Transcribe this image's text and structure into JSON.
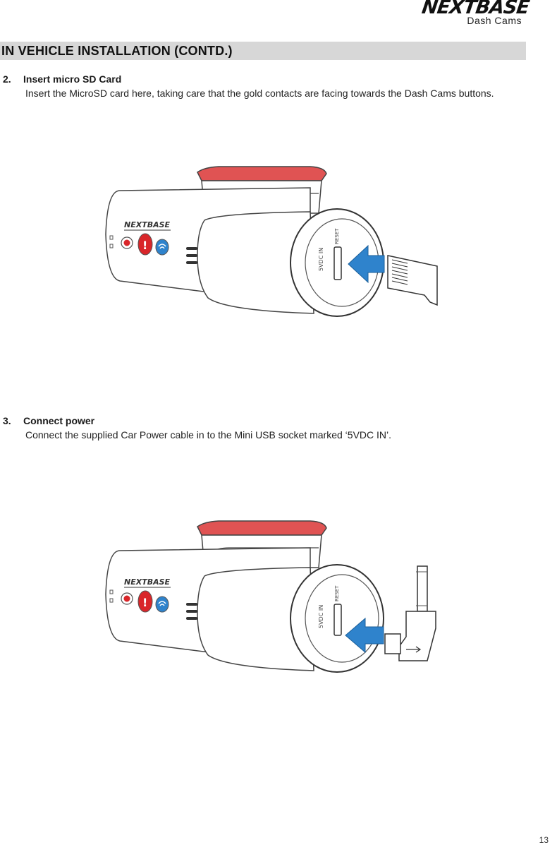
{
  "header": {
    "logo_text": "NEXTBASE",
    "logo_subtext": "Dash Cams"
  },
  "section": {
    "title": "IN VEHICLE INSTALLATION (CONTD.)"
  },
  "steps": [
    {
      "number": "2.",
      "heading": "Insert micro SD Card",
      "body": "Insert the MicroSD card here, taking care that the gold contacts are facing towards the Dash Cams buttons."
    },
    {
      "number": "3.",
      "heading": "Connect power",
      "body": "Connect the supplied Car Power cable in to the Mini USB socket marked ‘5VDC IN’."
    }
  ],
  "illustration": {
    "camera_brand": "NEXTBASE",
    "port_labels": [
      "5VDC IN",
      "RESET"
    ]
  },
  "colors": {
    "mount_red": "#e05353",
    "arrow_blue": "#2f83cc",
    "button_red": "#d9262a",
    "section_bar": "#d7d7d7"
  },
  "page": {
    "number": "13"
  }
}
